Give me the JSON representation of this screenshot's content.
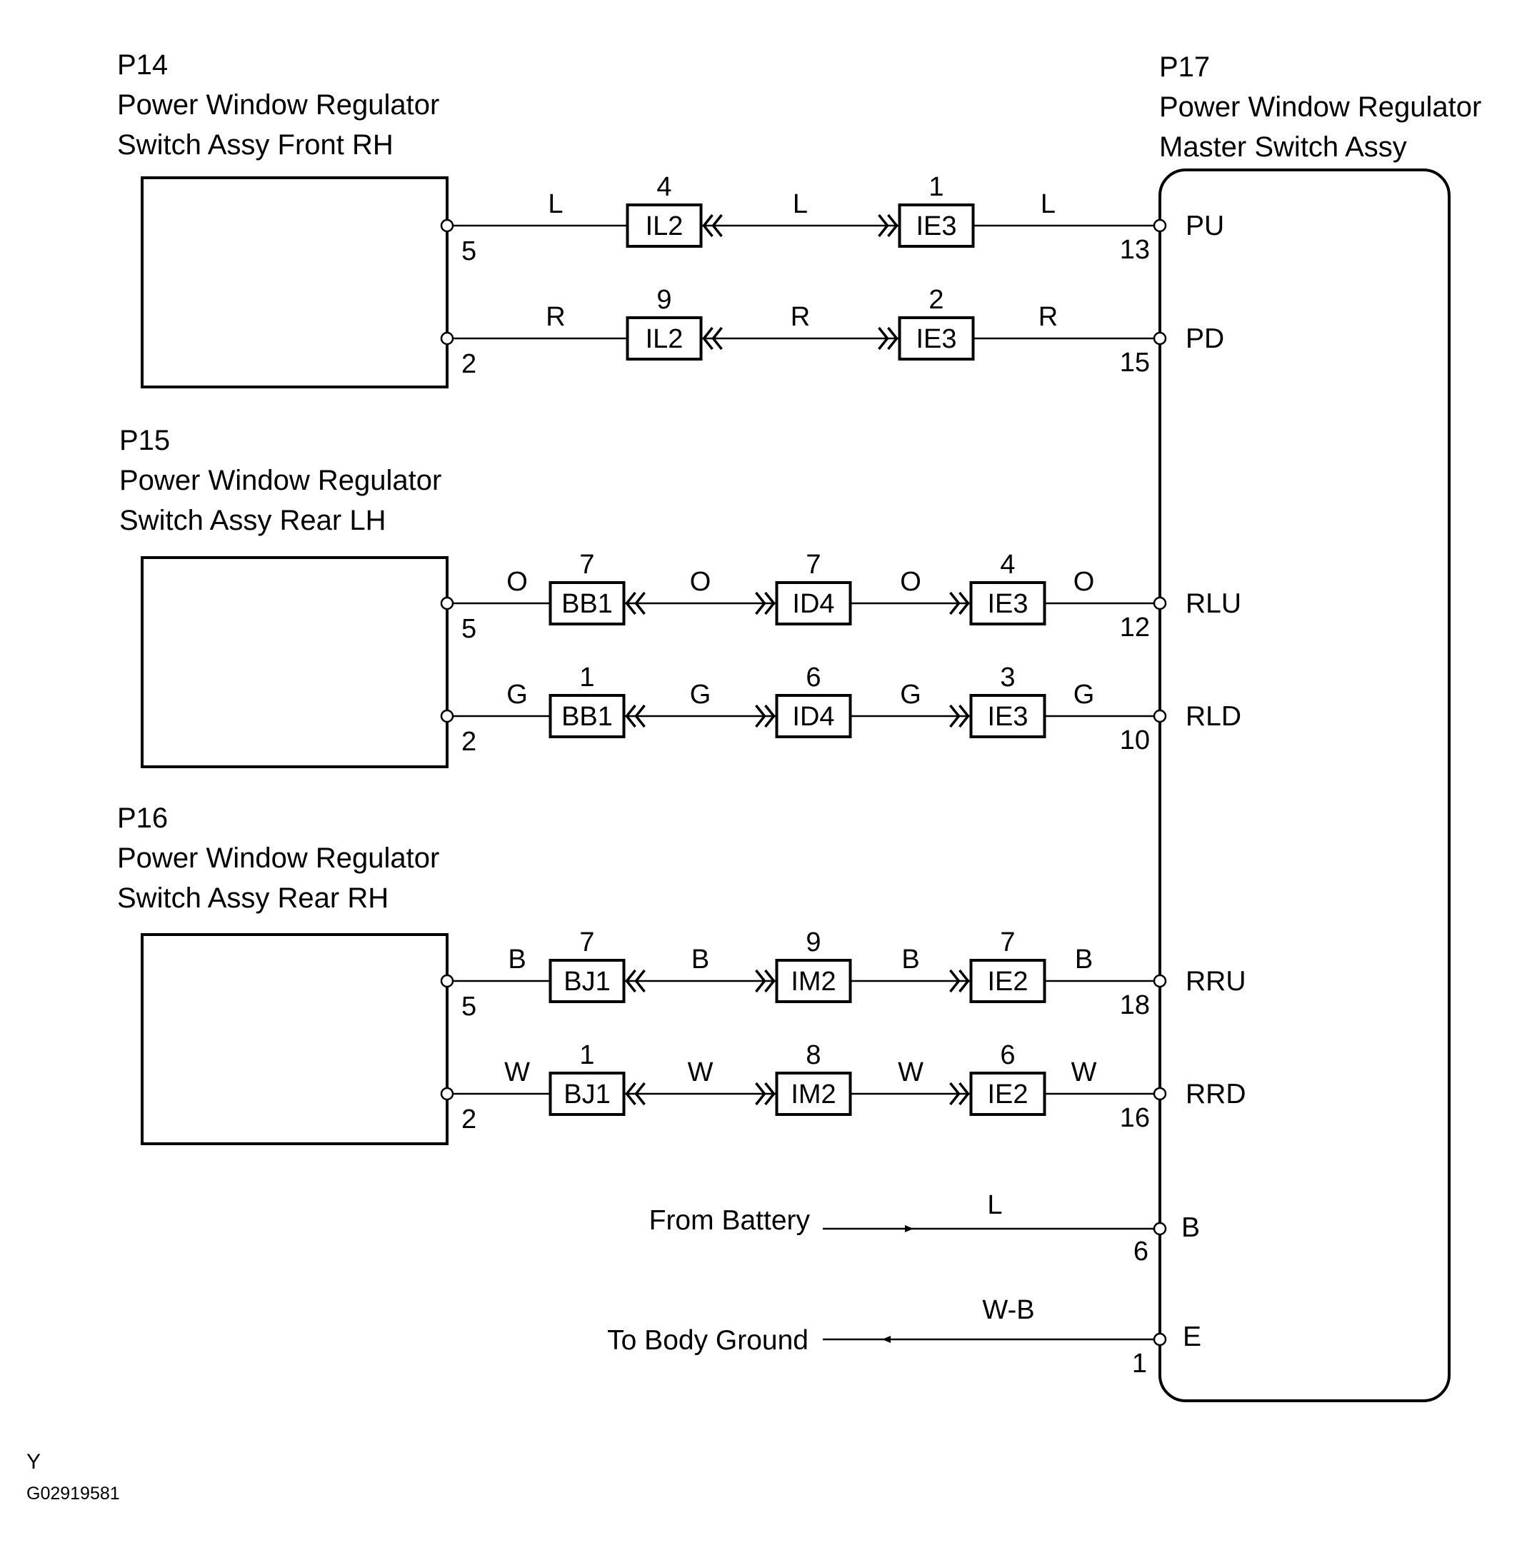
{
  "components": [
    {
      "id": "P14",
      "code": "P14",
      "lines": [
        "Power Window Regulator",
        "Switch Assy Front RH"
      ]
    },
    {
      "id": "P15",
      "code": "P15",
      "lines": [
        "Power Window Regulator",
        "Switch Assy Rear LH"
      ]
    },
    {
      "id": "P16",
      "code": "P16",
      "lines": [
        "Power Window Regulator",
        "Switch Assy Rear RH"
      ]
    },
    {
      "id": "P17",
      "code": "P17",
      "lines": [
        "Power Window Regulator",
        "Master Switch Assy"
      ]
    }
  ],
  "circuits": [
    {
      "source": "P14",
      "left_pin": "5",
      "right_pin": "13",
      "terminal": "PU",
      "wire_colors": [
        "L",
        "L",
        "L"
      ],
      "connectors": [
        {
          "name": "IL2",
          "pin": "4"
        },
        {
          "name": "IE3",
          "pin": "1"
        }
      ]
    },
    {
      "source": "P14",
      "left_pin": "2",
      "right_pin": "15",
      "terminal": "PD",
      "wire_colors": [
        "R",
        "R",
        "R"
      ],
      "connectors": [
        {
          "name": "IL2",
          "pin": "9"
        },
        {
          "name": "IE3",
          "pin": "2"
        }
      ]
    },
    {
      "source": "P15",
      "left_pin": "5",
      "right_pin": "12",
      "terminal": "RLU",
      "wire_colors": [
        "O",
        "O",
        "O",
        "O"
      ],
      "connectors": [
        {
          "name": "BB1",
          "pin": "7"
        },
        {
          "name": "ID4",
          "pin": "7"
        },
        {
          "name": "IE3",
          "pin": "4"
        }
      ]
    },
    {
      "source": "P15",
      "left_pin": "2",
      "right_pin": "10",
      "terminal": "RLD",
      "wire_colors": [
        "G",
        "G",
        "G",
        "G"
      ],
      "connectors": [
        {
          "name": "BB1",
          "pin": "1"
        },
        {
          "name": "ID4",
          "pin": "6"
        },
        {
          "name": "IE3",
          "pin": "3"
        }
      ]
    },
    {
      "source": "P16",
      "left_pin": "5",
      "right_pin": "18",
      "terminal": "RRU",
      "wire_colors": [
        "B",
        "B",
        "B",
        "B"
      ],
      "connectors": [
        {
          "name": "BJ1",
          "pin": "7"
        },
        {
          "name": "IM2",
          "pin": "9"
        },
        {
          "name": "IE2",
          "pin": "7"
        }
      ]
    },
    {
      "source": "P16",
      "left_pin": "2",
      "right_pin": "16",
      "terminal": "RRD",
      "wire_colors": [
        "W",
        "W",
        "W",
        "W"
      ],
      "connectors": [
        {
          "name": "BJ1",
          "pin": "1"
        },
        {
          "name": "IM2",
          "pin": "8"
        },
        {
          "name": "IE2",
          "pin": "6"
        }
      ]
    }
  ],
  "supply": [
    {
      "label": "From Battery",
      "wire_color": "L",
      "pin": "6",
      "terminal": "B",
      "direction": "in"
    },
    {
      "label": "To Body Ground",
      "wire_color": "W-B",
      "pin": "1",
      "terminal": "E",
      "direction": "out"
    }
  ],
  "footer": {
    "mark": "Y",
    "code": "G02919581"
  }
}
